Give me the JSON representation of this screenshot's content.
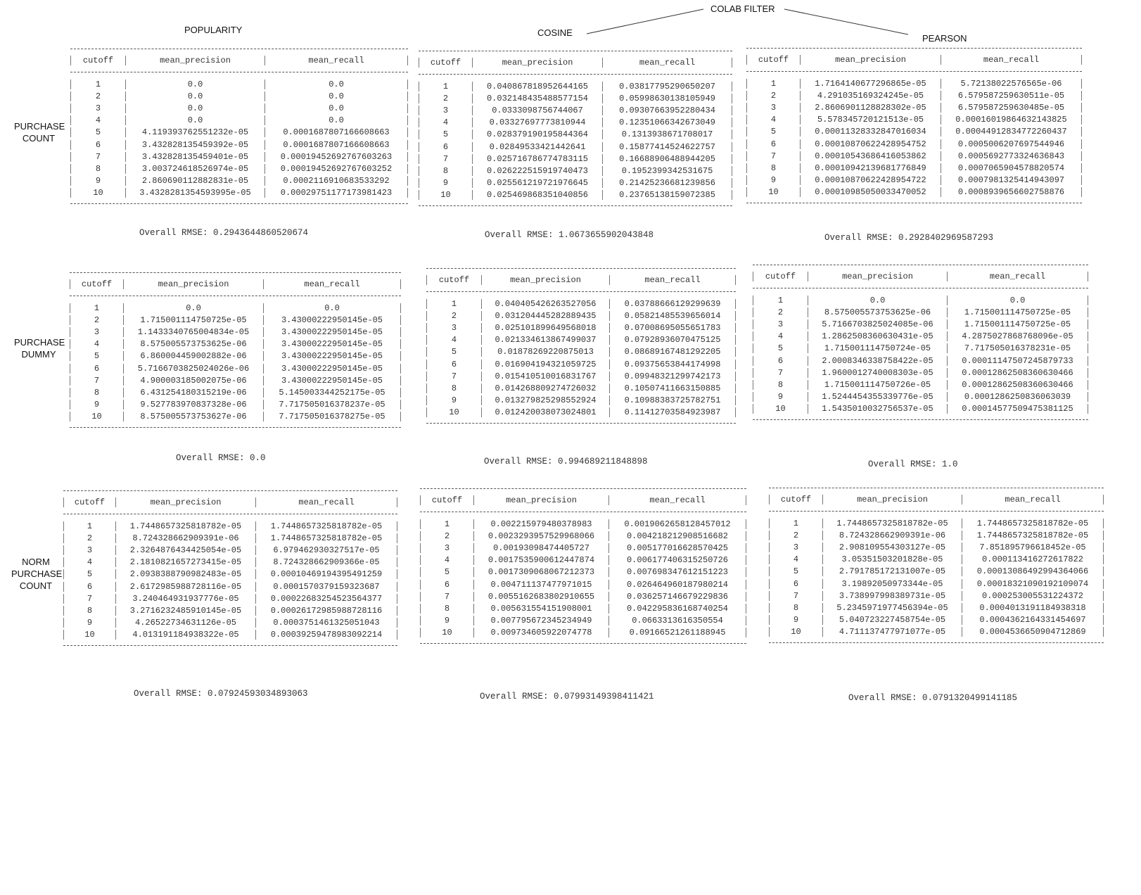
{
  "header": {
    "group_label": "COLAB FILTER",
    "col_labels": [
      "POPULARITY",
      "COSINE",
      "PEARSON"
    ]
  },
  "rows": [
    {
      "label": [
        "PURCHASE",
        "COUNT"
      ],
      "tables": [
        {
          "columns": [
            "cutoff",
            "mean_precision",
            "mean_recall"
          ],
          "rows": [
            [
              "1",
              "0.0",
              "0.0"
            ],
            [
              "2",
              "0.0",
              "0.0"
            ],
            [
              "3",
              "0.0",
              "0.0"
            ],
            [
              "4",
              "0.0",
              "0.0"
            ],
            [
              "5",
              "4.119393762551232e-05",
              "0.0001687807166608663"
            ],
            [
              "6",
              "3.432828135459392e-05",
              "0.0001687807166608663"
            ],
            [
              "7",
              "3.432828135459401e-05",
              "0.00019452692767603263"
            ],
            [
              "8",
              "3.003724618526974e-05",
              "0.00019452692767603252"
            ],
            [
              "9",
              "2.860690112882831e-05",
              "0.0002116910683533292"
            ],
            [
              "10",
              "3.4328281354593995e-05",
              "0.00029751177173981423"
            ]
          ],
          "rmse": "Overall RMSE: 0.2943644860520674"
        },
        {
          "columns": [
            "cutoff",
            "mean_precision",
            "mean_recall"
          ],
          "rows": [
            [
              "1",
              "0.040867818952644165",
              "0.03817795290650207"
            ],
            [
              "2",
              "0.032148435488577154",
              "0.05998630138105949"
            ],
            [
              "3",
              "0.0333098756744067",
              "0.09307663952280434"
            ],
            [
              "4",
              "0.03327697773810944",
              "0.12351066342673049"
            ],
            [
              "5",
              "0.028379190195844364",
              "0.1313938671708017"
            ],
            [
              "6",
              "0.02849533421442641",
              "0.15877414524622757"
            ],
            [
              "7",
              "0.025716786774783115",
              "0.16688906488944205"
            ],
            [
              "8",
              "0.026222515919740473",
              "0.1952399342531675"
            ],
            [
              "9",
              "0.025561219721976645",
              "0.21425236681239856"
            ],
            [
              "10",
              "0.025469868351040856",
              "0.23765138159072385"
            ]
          ],
          "rmse": "Overall RMSE: 1.0673655902043848"
        },
        {
          "columns": [
            "cutoff",
            "mean_precision",
            "mean_recall"
          ],
          "rows": [
            [
              "1",
              "1.7164140677296865e-05",
              "5.72138022576565e-06"
            ],
            [
              "2",
              "4.291035169324245e-05",
              "6.579587259630511e-05"
            ],
            [
              "3",
              "2.8606901128828302e-05",
              "6.579587259630485e-05"
            ],
            [
              "4",
              "5.578345720121513e-05",
              "0.00016019864632143825"
            ],
            [
              "5",
              "0.00011328332847016034",
              "0.00044912834772260437"
            ],
            [
              "6",
              "0.00010870622428954752",
              "0.0005006207697544946"
            ],
            [
              "7",
              "0.00010543686416053862",
              "0.0005692773324636843"
            ],
            [
              "8",
              "0.00010942139681776849",
              "0.0007065904578820574"
            ],
            [
              "9",
              "0.00010870622428954722",
              "0.0007981325414943097"
            ],
            [
              "10",
              "0.00010985050033470052",
              "0.0008939656602758876"
            ]
          ],
          "rmse": "Overall RMSE: 0.2928402969587293"
        }
      ]
    },
    {
      "label": [
        "PURCHASE",
        "DUMMY"
      ],
      "tables": [
        {
          "columns": [
            "cutoff",
            "mean_precision",
            "mean_recall"
          ],
          "rows": [
            [
              "1",
              "0.0",
              "0.0"
            ],
            [
              "2",
              "1.715001114750725e-05",
              "3.43000222950145e-05"
            ],
            [
              "3",
              "1.1433340765004834e-05",
              "3.43000222950145e-05"
            ],
            [
              "4",
              "8.575005573753625e-06",
              "3.43000222950145e-05"
            ],
            [
              "5",
              "6.860004459002882e-06",
              "3.43000222950145e-05"
            ],
            [
              "6",
              "5.7166703825024026e-06",
              "3.43000222950145e-05"
            ],
            [
              "7",
              "4.900003185002075e-06",
              "3.43000222950145e-05"
            ],
            [
              "8",
              "6.431254180315219e-06",
              "5.145003344252175e-05"
            ],
            [
              "9",
              "9.527783970837328e-06",
              "7.717505016378237e-05"
            ],
            [
              "10",
              "8.575005573753627e-06",
              "7.717505016378275e-05"
            ]
          ],
          "rmse": "Overall RMSE: 0.0"
        },
        {
          "columns": [
            "cutoff",
            "mean_precision",
            "mean_recall"
          ],
          "rows": [
            [
              "1",
              "0.040405426263527056",
              "0.03788666129299639"
            ],
            [
              "2",
              "0.031204445282889435",
              "0.05821485539656014"
            ],
            [
              "3",
              "0.025101899649568018",
              "0.07008695055651783"
            ],
            [
              "4",
              "0.021334613867499037",
              "0.07928936070475125"
            ],
            [
              "5",
              "0.01878269220875013",
              "0.08689167481292205"
            ],
            [
              "6",
              "0.016904194321059725",
              "0.09375653844174998"
            ],
            [
              "7",
              "0.015410510016831767",
              "0.09948321299742173"
            ],
            [
              "8",
              "0.014268809274726032",
              "0.10507411663150885"
            ],
            [
              "9",
              "0.013279825298552924",
              "0.10988383725782751"
            ],
            [
              "10",
              "0.012420038073024801",
              "0.11412703584923987"
            ]
          ],
          "rmse": "Overall RMSE: 0.994689211848898"
        },
        {
          "columns": [
            "cutoff",
            "mean_precision",
            "mean_recall"
          ],
          "rows": [
            [
              "1",
              "0.0",
              "0.0"
            ],
            [
              "2",
              "8.575005573753625e-06",
              "1.715001114750725e-05"
            ],
            [
              "3",
              "5.7166703825024085e-06",
              "1.715001114750725e-05"
            ],
            [
              "4",
              "1.2862508360630431e-05",
              "4.2875027868768096e-05"
            ],
            [
              "5",
              "1.715001114750724e-05",
              "7.717505016378231e-05"
            ],
            [
              "6",
              "2.0008346338758422e-05",
              "0.00011147507245879733"
            ],
            [
              "7",
              "1.9600012740008303e-05",
              "0.00012862508360630466"
            ],
            [
              "8",
              "1.715001114750726e-05",
              "0.00012862508360630466"
            ],
            [
              "9",
              "1.5244454355339776e-05",
              "0.0001286250836063039"
            ],
            [
              "10",
              "1.5435010032756537e-05",
              "0.00014577509475381125"
            ]
          ],
          "rmse": "Overall RMSE: 1.0"
        }
      ]
    },
    {
      "label": [
        "NORM",
        "PURCHASE",
        "COUNT"
      ],
      "tables": [
        {
          "columns": [
            "cutoff",
            "mean_precision",
            "mean_recall"
          ],
          "rows": [
            [
              "1",
              "1.7448657325818782e-05",
              "1.7448657325818782e-05"
            ],
            [
              "2",
              "8.724328662909391e-06",
              "1.7448657325818782e-05"
            ],
            [
              "3",
              "2.3264876434425054e-05",
              "6.979462930327517e-05"
            ],
            [
              "4",
              "2.1810821657273415e-05",
              "8.724328662909366e-05"
            ],
            [
              "5",
              "2.0938388790982483e-05",
              "0.00010469194395491259"
            ],
            [
              "6",
              "2.6172985988728116e-05",
              "0.0001570379159323687"
            ],
            [
              "7",
              "3.240464931937776e-05",
              "0.00022683254523564377"
            ],
            [
              "8",
              "3.2716232485910145e-05",
              "0.00026172985988728116"
            ],
            [
              "9",
              "4.26522734631126e-05",
              "0.0003751461325051043"
            ],
            [
              "10",
              "4.013191184938322e-05",
              "0.00039259478983092214"
            ]
          ],
          "rmse": "Overall RMSE: 0.07924593034893063"
        },
        {
          "columns": [
            "cutoff",
            "mean_precision",
            "mean_recall"
          ],
          "rows": [
            [
              "1",
              "0.002215979480378983",
              "0.0019062658128457012"
            ],
            [
              "2",
              "0.0023293957529968066",
              "0.004218212908516682"
            ],
            [
              "3",
              "0.00193098474405727",
              "0.005177016628570425"
            ],
            [
              "4",
              "0.0017535900612447874",
              "0.006177406315250726"
            ],
            [
              "5",
              "0.0017309068067212373",
              "0.007698347612151223"
            ],
            [
              "6",
              "0.004711137477971015",
              "0.026464960187980214"
            ],
            [
              "7",
              "0.0055162683802910655",
              "0.036257146679229836"
            ],
            [
              "8",
              "0.005631554151908001",
              "0.042295836168740254"
            ],
            [
              "9",
              "0.007795672345234949",
              "0.0663313616350554"
            ],
            [
              "10",
              "0.009734605922074778",
              "0.09166521261188945"
            ]
          ],
          "rmse": "Overall RMSE: 0.07993149398411421"
        },
        {
          "columns": [
            "cutoff",
            "mean_precision",
            "mean_recall"
          ],
          "rows": [
            [
              "1",
              "1.7448657325818782e-05",
              "1.7448657325818782e-05"
            ],
            [
              "2",
              "8.724328662909391e-06",
              "1.7448657325818782e-05"
            ],
            [
              "3",
              "2.908109554303127e-05",
              "7.851895796618452e-05"
            ],
            [
              "4",
              "3.05351503201828e-05",
              "0.000113416272617822"
            ],
            [
              "5",
              "2.791785172131007e-05",
              "0.00013086492994364066"
            ],
            [
              "6",
              "3.19892050973344e-05",
              "0.00018321090192109074"
            ],
            [
              "7",
              "3.738997998389731e-05",
              "0.000253005531224372"
            ],
            [
              "8",
              "5.2345971977456394e-05",
              "0.0004013191184938318"
            ],
            [
              "9",
              "5.040723227458754e-05",
              "0.0004362164331454697"
            ],
            [
              "10",
              "4.711137477971077e-05",
              "0.0004536650904712869"
            ]
          ],
          "rmse": "Overall RMSE: 0.0791320499141185"
        }
      ]
    }
  ]
}
